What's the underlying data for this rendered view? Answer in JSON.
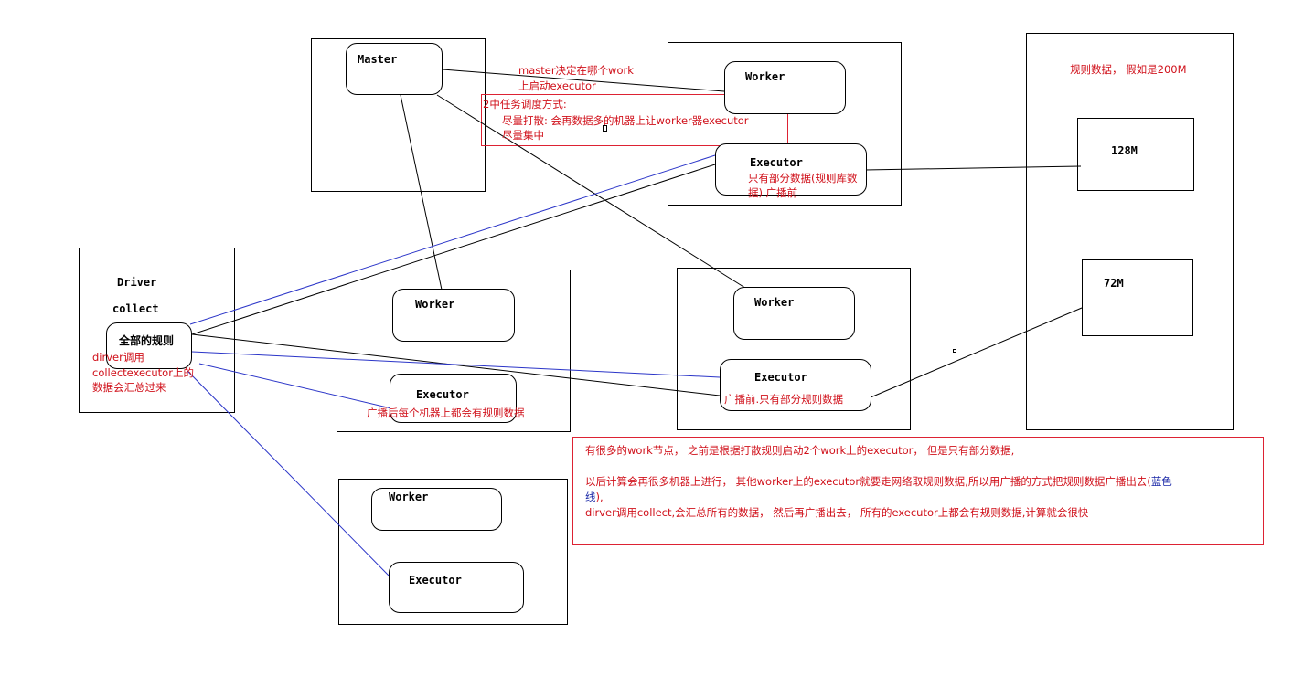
{
  "nodes": {
    "master": "Master",
    "driver": "Driver",
    "collect": "collect",
    "all_rules": "全部的规则",
    "worker": "Worker",
    "executor": "Executor",
    "rule_data": "规则数据， 假如是200M",
    "block_128": "128M",
    "block_72": "72M"
  },
  "notes": {
    "master_decide_1": "master决定在哪个work",
    "master_decide_2": "上启动executor",
    "schedule_title": "2中任务调度方式:",
    "schedule_spread": "尽量打散: 会再数据多的机器上让worker器executor",
    "schedule_concentrate": "尽量集中",
    "executor1_note_1": "只有部分数据(规则库数",
    "executor1_note_2": "据) 广播前",
    "driver_note_1": "dirver调用",
    "driver_note_2": "collectexecutor上的",
    "driver_note_3": "数据会汇总过来",
    "after_broadcast": "广播后每个机器上都会有规则数据",
    "before_broadcast": "广播前.只有部分规则数据",
    "summary_1": "有很多的work节点， 之前是根据打散规则启动2个work上的executor， 但是只有部分数据,",
    "summary_2_main": "以后计算会再很多机器上进行， 其他worker上的executor就要走网络取规则数据,所以用广播的方式把规则数据广播出去(",
    "summary_2_blue": "蓝色",
    "summary_3_blue": "线",
    "summary_3_rest": "),",
    "summary_4": "dirver调用collect,会汇总所有的数据， 然后再广播出去， 所有的executor上都会有规则数据,计算就会很快"
  },
  "colors": {
    "black_line": "#000000",
    "blue_line": "#2b35c8",
    "note_red": "#d0101a"
  }
}
